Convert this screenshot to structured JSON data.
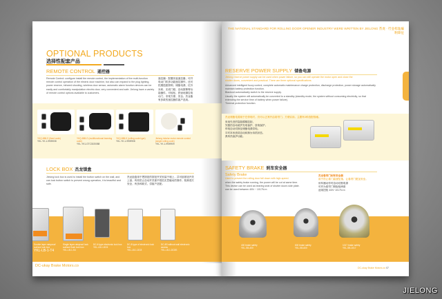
{
  "left_page": {
    "title": "OPTIONAL PRODUCTS",
    "title_cn": "选择性配套产品",
    "remote": {
      "heading": "REMOTE CONTROL",
      "heading_cn": "遥控器",
      "body": "Remote Control: configure install the remote control, the implementation of the multi-function remote control operation of the electric door machine, but also can expand to the plug lighting, power reserve, infrared shooting, wireless door sensor, automatic alarm function devices can be easily and comfortably manipulation electric door, very convenient and safe. Jielong have a variety of remote control options available to customers.",
      "body_cn": "遥控器：配置安装遥控器，可开电动门机多功能遥控操作，还可拓展插座照明、储备电源、红外对射、无线门磁、自动报警等功能器件，可轻松、舒适地操控电动门，非常方便、安全。杰龙备有多款的遥控器供客户选用。",
      "products": [
        {
          "name": "YKQ-888-S (fixed code)",
          "spec": "YKL-YK-1-9909008"
        },
        {
          "name": "YKQ-888-G (multifunctional learning code)",
          "spec": "YKL-YK1-GTC3020088"
        },
        {
          "name": "YKQ-888-K (rolling code type)",
          "spec": "YKL-YK-1-9909908"
        },
        {
          "name": "Jielong tubular motor remote control (single rolling code)",
          "spec": "YKL-YK-1-9909909"
        }
      ]
    },
    "lockbox": {
      "heading": "LOCK BOX",
      "heading_cn": "杰龙锁盒",
      "body": "Jielong lock box is used to install the button switch on the wall, and can lock button switch to prevent wrong operation, it is beautiful and safe.",
      "body_cn": "杰龙锁盒用于把按钮的按钮开关安装于墙上，并可锁按钮开关上锁，有效防止自动开关被不规范无意触动的操作，既美观又安全，有多种款式，供客户选配。",
      "products": [
        {
          "name": "Double layer rainproof surface lock box",
          "spec": "YKL-LB-1-T4"
        },
        {
          "name": "Single layer rainproof lock surface flush lock box",
          "spec": "YKL-LB-1-S4"
        },
        {
          "name": "DC-6 type electronic lock box",
          "spec": "YKL-LB-1-DC6"
        },
        {
          "name": "DC-8 type of electronic lock box",
          "spec": "YKL-LB-1-DC8"
        },
        {
          "name": "DC-8S without wall electronic access",
          "spec": "YKL-LB-1-DC8S"
        }
      ]
    },
    "footer": "DC-ukay Brake Motors.co"
  },
  "right_page": {
    "header": "THE NATIONAL STANDARD FOR ROLLING DOOR OPENER INDUSTRY WERE WRITTEN BY JIELONG 杰龙 · 行业标准编制单位",
    "reserve": {
      "heading": "RESERVE POWER SUPPLY",
      "heading_cn": "储备电源",
      "intro": "Jielong reserve power supply can be used when power failure, so you can still operate the motor open and close the shutter doors, convenient and practical. There are three optional specifications.",
      "bullets": [
        "Advanced intelligent fuzzy control, complete automatic maintenance charge protection, discharge protection, power storage automatically maintain battery protection function.",
        "Blackout automatically switch to the reserve supply.",
        "Usually the system will automatically be converted to a standby (standby mode, the system without consuming electricity, so that extending the service time of battery when power failure).",
        "Thermal protection function."
      ],
      "intro_cn": "杰龙储备电源用于在停电时，仍可以正常开启卷帘门，方便实用。主要有3种选配规格。",
      "bullets_cn": [
        "采用先进的智能模糊控制，",
        "完善的自动维护充电保护、放电保护，",
        "停电自动切换至储备电源供电。",
        "平时本系统将自动转换为待机状态。",
        "具有热保护功能。"
      ]
    },
    "brake": {
      "heading": "SAFETY BRAKE",
      "heading_cn": "刹车安全器",
      "sub": "Safety Brake",
      "sub2": "Used to prevent the rolling door fall down with high-speed.",
      "bullets": [
        "when the safety brake running, the power will be cut at same time.",
        "This device can be used as bearing seat of shutter doors side plate.",
        "can be used between 40N ~ 1017N.m"
      ],
      "sub_cn": "杰龙卷帘门刹车安全器",
      "sub2_cn": "用于防止卷门高速坠落，让卷帘门更加安全。",
      "bullets_cn": [
        "刹车器动作时自动切断电源",
        "可作为卷帘门侧板轴承座",
        "适用扭矩 40N~1017N.m"
      ],
      "products": [
        {
          "name": "400 brake safety",
          "spec": "YKL-SB-400"
        },
        {
          "name": "600 brake safety",
          "spec": "YKL-SB-600"
        },
        {
          "name": "1017 brake safety",
          "spec": "YKL-SB-1017"
        }
      ]
    },
    "footer": "DC-ukay Brake Motors.co",
    "page_no": "07"
  },
  "watermark": "JIELONG",
  "colors": {
    "accent": "#f2a81d",
    "band": "#f4b33e",
    "cream": "#fdf6d8"
  }
}
